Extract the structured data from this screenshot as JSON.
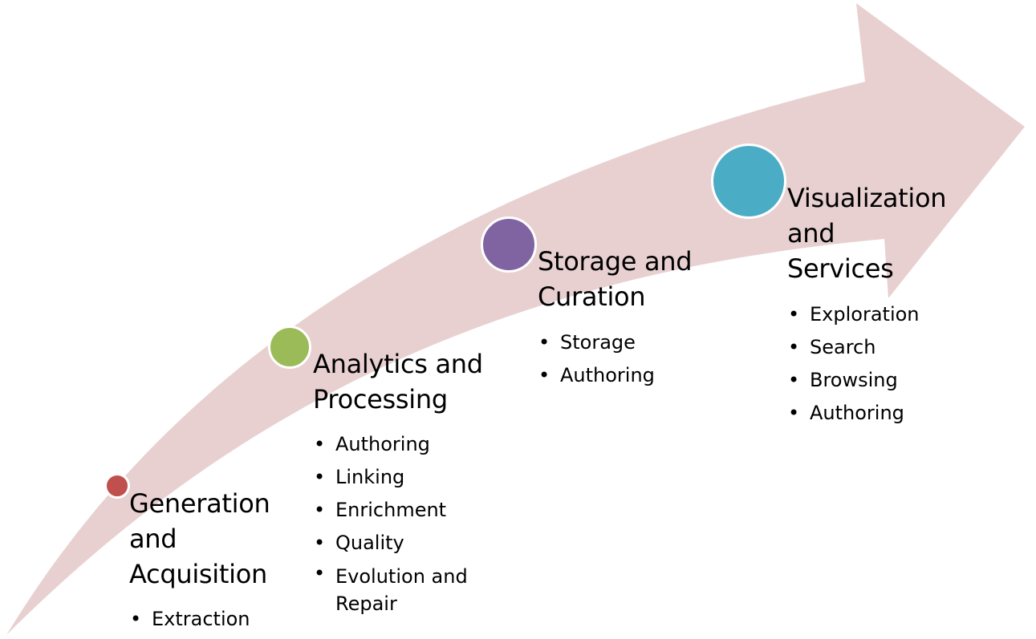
{
  "diagram": {
    "arrow_color": "#e8d0d1",
    "stages": [
      {
        "title_lines": [
          "Generation",
          "and",
          "Acquisition"
        ],
        "color": "#c0504d",
        "items": [
          "Extraction"
        ]
      },
      {
        "title_lines": [
          "Analytics and",
          "Processing"
        ],
        "color": "#9bbb59",
        "items": [
          "Authoring",
          "Linking",
          "Enrichment",
          "Quality",
          "Evolution and Repair"
        ]
      },
      {
        "title_lines": [
          "Storage and",
          "Curation"
        ],
        "color": "#8064a2",
        "items": [
          "Storage",
          "Authoring"
        ]
      },
      {
        "title_lines": [
          "Visualization",
          "and",
          "Services"
        ],
        "color": "#4bacc6",
        "items": [
          "Exploration",
          "Search",
          "Browsing",
          "Authoring"
        ]
      }
    ]
  }
}
